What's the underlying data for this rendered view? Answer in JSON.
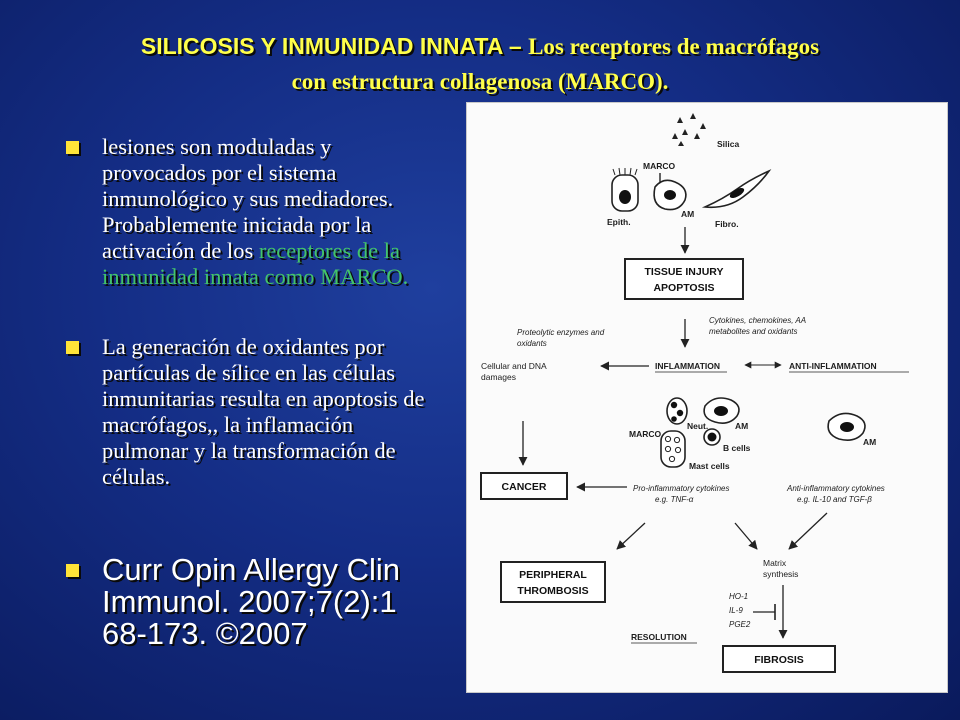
{
  "slide": {
    "title_part1": "SILICOSIS Y INMUNIDAD INNATA – ",
    "title_part2": "Los receptores de macrófagos",
    "title_line2": "con estructura collagenosa (MARCO).",
    "bullets": [
      {
        "text_plain": "lesiones son moduladas y provocados por el sistema inmunológico y sus mediadores. Probablemente iniciada por la activación de los ",
        "text_highlight": "receptores de la inmunidad innata como MARCO."
      },
      {
        "text_plain": " La generación de oxidantes por partículas de sílice  en las células inmunitarias resulta en apoptosis de macrófagos,, la inflamación pulmonar y la transformación de células."
      },
      {
        "text_plain": "Curr Opin Allergy Clin Immunol.  2007;7(2):1 68-173.  ©2007"
      }
    ],
    "colors": {
      "background": "#142d85",
      "title": "#ffff4a",
      "highlight": "#43c46a",
      "bullet_marker": "#ffe438"
    }
  },
  "figure": {
    "silica": "Silica",
    "marco_top": "MARCO",
    "am_top": "AM",
    "epith": "Epith.",
    "fibro": "Fibro.",
    "tissue_injury": "TISSUE INJURY",
    "apoptosis": "APOPTOSIS",
    "proteolytic_1": "Proteolytic enzymes and",
    "proteolytic_2": "oxidants",
    "cytokines_1": "Cytokines, chemokines, AA",
    "cytokines_2": "metabolites and oxidants",
    "cellular_1": "Cellular and DNA",
    "cellular_2": "damages",
    "inflammation": "INFLAMMATION",
    "anti_inflammation": "ANTI-INFLAMMATION",
    "am_mid": "AM",
    "am_right": "AM",
    "marco_mid": "MARCO",
    "neut": "Neut.",
    "b_cells": "B cells",
    "mast_cells": "Mast cells",
    "cancer": "CANCER",
    "pro_infl_1": "Pro-inflammatory cytokines",
    "pro_infl_2": "e.g. TNF-α",
    "anti_infl_1": "Anti-inflammatory cytokines",
    "anti_infl_2": "e.g. IL-10 and TGF-β",
    "peripheral": "PERIPHERAL",
    "thrombosis": "THROMBOSIS",
    "matrix_1": "Matrix",
    "matrix_2": "synthesis",
    "ho1": "HO-1",
    "il9": "IL-9",
    "pge2": "PGE2",
    "resolution": "RESOLUTION",
    "fibrosis": "FIBROSIS"
  }
}
